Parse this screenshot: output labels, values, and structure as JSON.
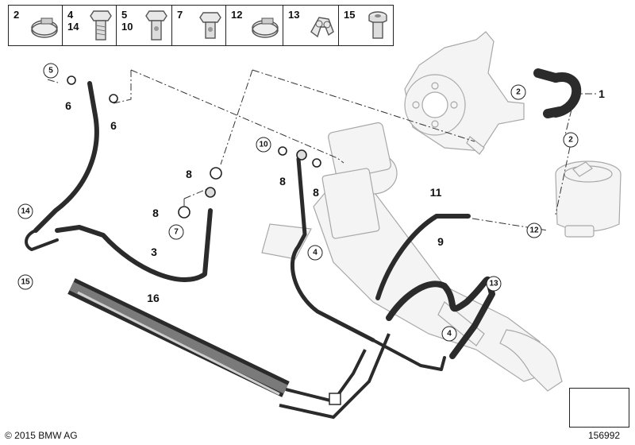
{
  "header_parts": [
    {
      "label": "2",
      "icon": "hose-clamp-icon"
    },
    {
      "label": "4\n14",
      "icon": "hex-bolt-icon"
    },
    {
      "label": "5\n10",
      "icon": "banjo-bolt-icon"
    },
    {
      "label": "7",
      "icon": "banjo-screw-icon"
    },
    {
      "label": "12",
      "icon": "hose-clamp-icon"
    },
    {
      "label": "13",
      "icon": "line-holder-clip-icon"
    },
    {
      "label": "15",
      "icon": "hollow-bolt-icon"
    }
  ],
  "callouts": [
    "1",
    "3",
    "6",
    "6",
    "8",
    "8",
    "8",
    "8",
    "9",
    "11",
    "16"
  ],
  "bubbles": [
    "2",
    "2",
    "4",
    "4",
    "5",
    "7",
    "10",
    "12",
    "13",
    "14",
    "15"
  ],
  "footer": {
    "copyright": "© 2015 BMW AG",
    "diagram_id": "156992"
  },
  "colors": {
    "line": "#222222",
    "hose": "#2b2b2b",
    "part_fill": "#f3f3f3",
    "part_stroke": "#9a9a9a"
  }
}
